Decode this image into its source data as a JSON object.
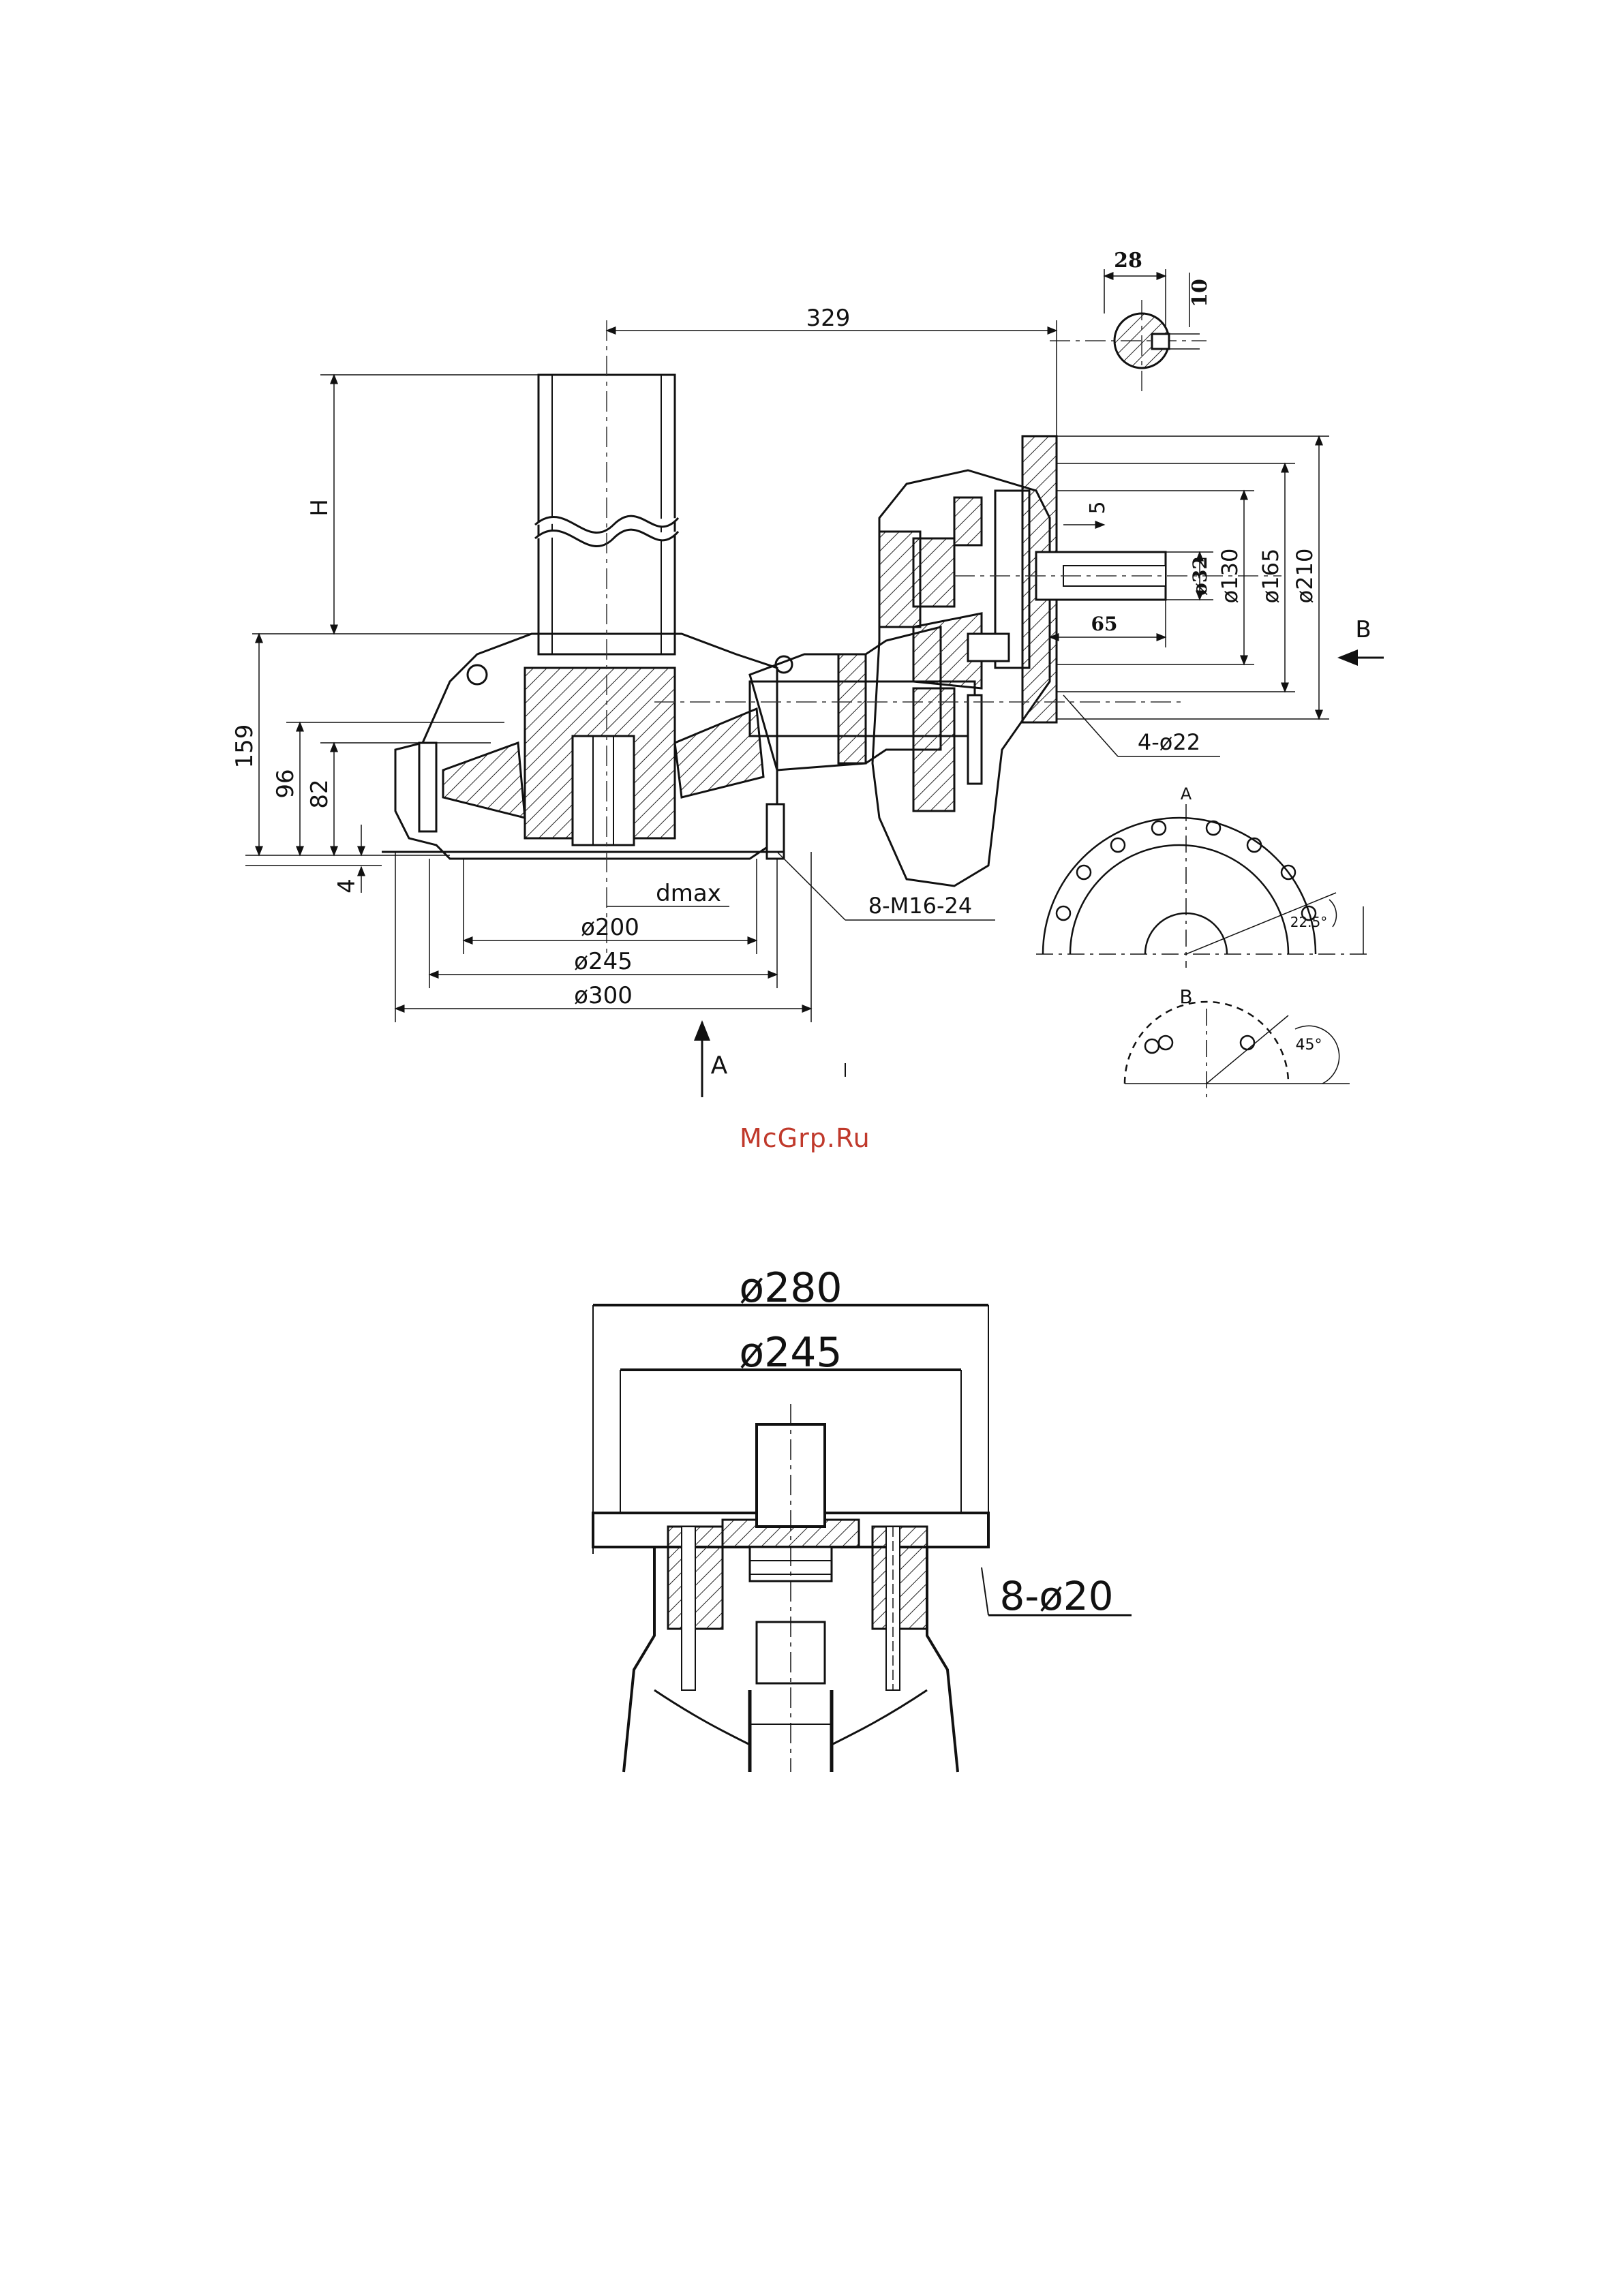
{
  "watermark": "McGrp.Ru",
  "drawing1": {
    "dims": {
      "d329": "329",
      "d28": "28",
      "d10": "10",
      "dH": "H",
      "d159": "159",
      "d96": "96",
      "d82": "82",
      "d4": "4",
      "dmax": "dmax",
      "d200": "ø200",
      "d245": "ø245",
      "d300": "ø300",
      "thread": "8-M16-24",
      "d5": "5",
      "d32": "ø32",
      "d130": "ø130",
      "d165": "ø165",
      "d210": "ø210",
      "d65": "65",
      "holes": "4-ø22",
      "viewA_arrow": "A",
      "viewB_arrow": "B",
      "viewA_label": "A",
      "viewB_label": "B",
      "angle22": "22.5°",
      "angle45": "45°"
    }
  },
  "drawing2": {
    "dims": {
      "d280": "ø280",
      "d245": "ø245",
      "holes": "8-ø20"
    }
  }
}
